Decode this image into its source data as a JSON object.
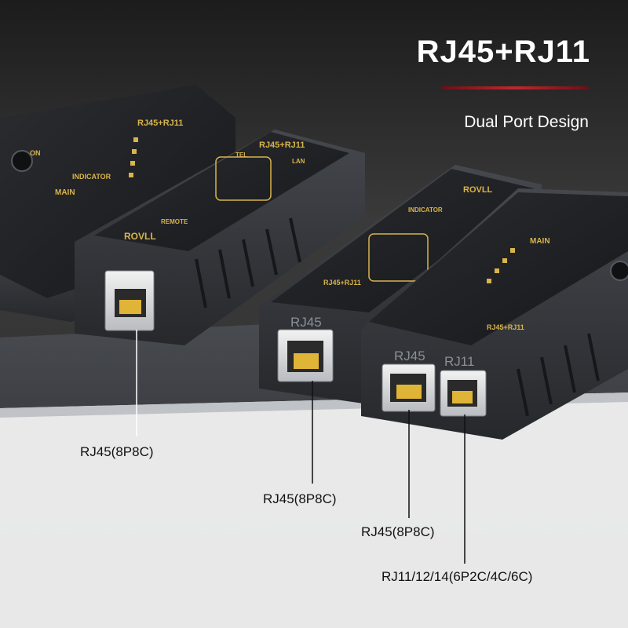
{
  "headline": "RJ45+RJ11",
  "subtitle": "Dual Port Design",
  "callouts": [
    "RJ45(8P8C)",
    "RJ45(8P8C)",
    "RJ45(8P8C)",
    "RJ11/12/14(6P2C/4C/6C)"
  ],
  "port_labels": {
    "rj45": "RJ45",
    "rj11": "RJ11"
  },
  "device_print": {
    "model": "RJ45+RJ11",
    "brand": "ROVLL",
    "on": "ON",
    "indicator": "INDICATOR",
    "remote": "REMOTE",
    "main": "MAIN",
    "tel": "TEL",
    "lan": "LAN"
  },
  "colors": {
    "accent": "#c0272d",
    "device_print": "#d9b44a",
    "callout_text": "#111111",
    "headline_text": "#ffffff"
  }
}
